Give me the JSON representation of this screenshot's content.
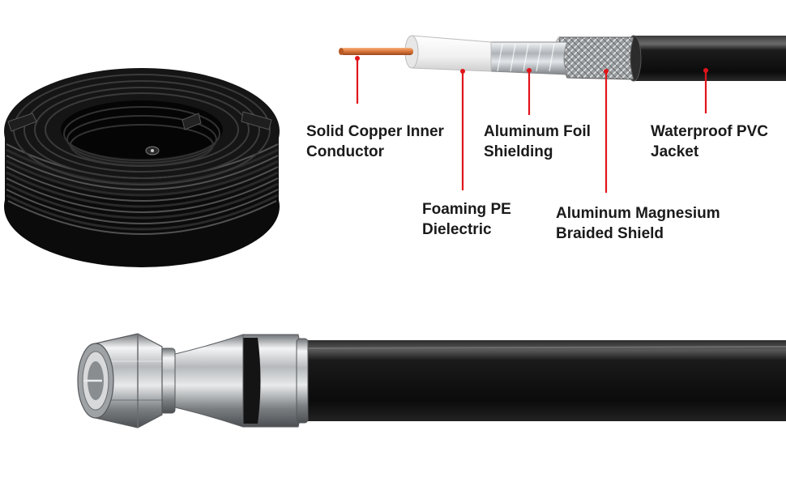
{
  "labels": {
    "copper": [
      "Solid Copper Inner",
      "Conductor"
    ],
    "foil": [
      "Aluminum Foil",
      "Shielding"
    ],
    "pvc": [
      "Waterproof PVC",
      "Jacket"
    ],
    "dielectric": [
      "Foaming PE",
      "Dielectric"
    ],
    "braid": [
      "Aluminum Magnesium",
      "Braided Shield"
    ]
  },
  "colors": {
    "leader_line": "#e0151b",
    "jacket": "#141414",
    "copper": "#d9743a",
    "dielectric": "#f2f2f2",
    "foil": "#c9cdd2",
    "braid": "#a9acae",
    "connector": "#b7babd"
  },
  "icons": {
    "coil": "coiled-black-coax-cable",
    "cutaway": "coax-cable-layer-cutaway",
    "connector": "f-type-compression-connector"
  }
}
